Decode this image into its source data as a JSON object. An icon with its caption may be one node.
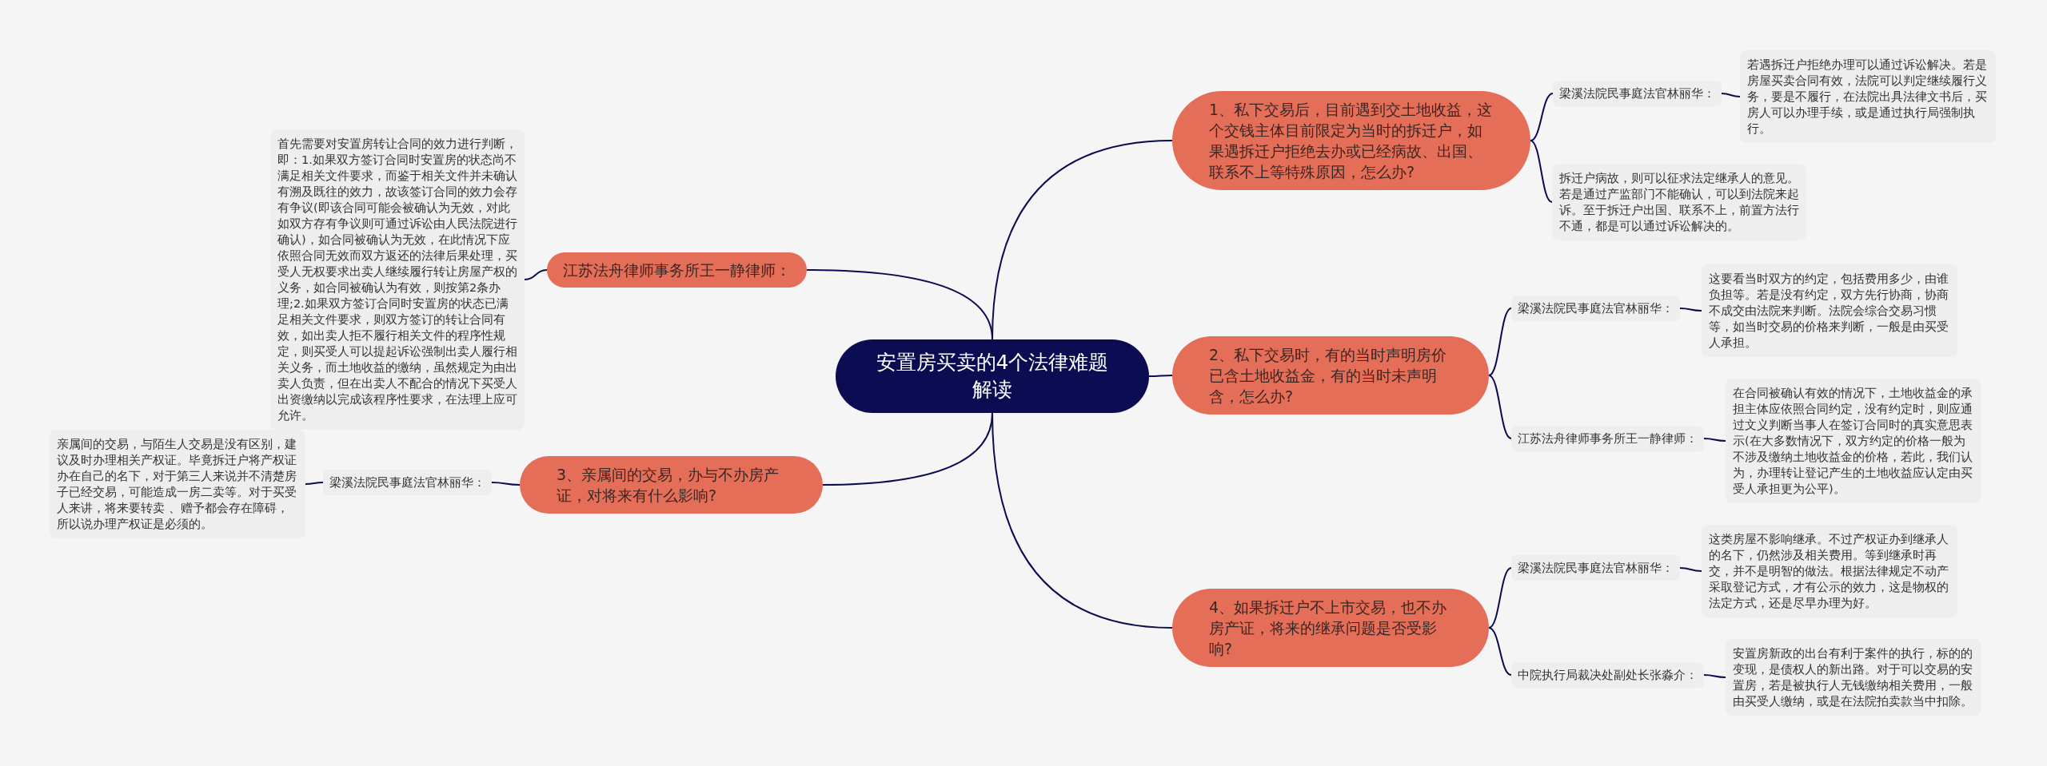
{
  "diagram": {
    "nodes": [
      {
        "text": [
          "安置房买卖的4个法律难题解读"
        ]
      },
      {
        "text": [
          "1、私下交易后，目前遇到交土地收益，这个交钱主体目前限定为当时的拆迁户，如果遇拆迁户拒绝去办或已经病故、出国、联系不上等特殊原因，怎么办?"
        ]
      },
      {
        "text": [
          "梁溪法院民事庭法官林丽华："
        ]
      },
      {
        "text": [
          "若遇拆迁户拒绝办理可以通过诉讼解决。若是房屋买卖合同有效，法院可以判定继续履行义务，要是不履行，在法院出具法律文书后，买房人可以办理手续，或是通过执行局强制执行。"
        ]
      },
      {
        "text": [
          "拆迁户病故，则可以征求法定继承人的意见。若是通过产监部门不能确认，可以到法院来起诉。至于拆迁户出国、联系不上，前置方法行不通，都是可以通过诉讼解决的。"
        ]
      },
      {
        "text": [
          "2、私下交易时，有的当时声明房价已含土地收益金，有的当时未声明含，怎么办?"
        ]
      },
      {
        "text": [
          "梁溪法院民事庭法官林丽华："
        ]
      },
      {
        "text": [
          "这要看当时双方的约定，包括费用多少，由谁负担等。若是没有约定，双方先行协商，协商不成交由法院来判断。法院会综合交易习惯等，如当时交易的价格来判断，一般是由买受人承担。"
        ]
      },
      {
        "text": [
          "江苏法舟律师事务所王一静律师："
        ]
      },
      {
        "text": [
          "在合同被确认有效的情况下，土地收益金的承担主体应依照合同约定，没有约定时，则应通过文义判断当事人在签订合同时的真实意思表示(在大多数情况下，双方约定的价格一般为不涉及缴纳土地收益金的价格，若此，我们认为，办理转让登记产生的土地收益应认定由买受人承担更为公平)。"
        ]
      },
      {
        "text": [
          "4、如果拆迁户不上市交易，也不办房产证，将来的继承问题是否受影响?"
        ]
      },
      {
        "text": [
          "梁溪法院民事庭法官林丽华："
        ]
      },
      {
        "text": [
          "这类房屋不影响继承。不过产权证办到继承人的名下，仍然涉及相关费用。等到继承时再交，并不是明智的做法。根据法律规定不动产采取登记方式，才有公示的效力，这是物权的法定方式，还是尽早办理为好。"
        ]
      },
      {
        "text": [
          "中院执行局裁决处副处长张淼介："
        ]
      },
      {
        "text": [
          "安置房新政的出台有利于案件的执行，标的的变现，是债权人的新出路。对于可以交易的安置房，若是被执行人无钱缴纳相关费用，一般由买受人缴纳，或是在法院拍卖款当中扣除。"
        ]
      },
      {
        "text": [
          "江苏法舟律师事务所王一静律师："
        ]
      },
      {
        "text": [
          "首先需要对安置房转让合同的效力进行判断，即：1.如果双方签订合同时安置房的状态尚不满足相关文件要求，而鉴于相关文件并未确认有溯及既往的效力，故该签订合同的效力会存有争议(即该合同可能会被确认为无效，对此如双方存有争议则可通过诉讼由人民法院进行确认)，如合同被确认为无效，在此情况下应依照合同无效而双方返还的法律后果处理，买受人无权要求出卖人继续履行转让房屋产权的义务，如合同被确认为有效，则按第2条办理;2.如果双方签订合同时安置房的状态已满足相关文件要求，则双方签订的转让合同有效，如出卖人拒不履行相关文件的程序性规定，则买受人可以提起诉讼强制出卖人履行相关义务，而土地收益的缴纳，虽然规定为由出卖人负责，但在出卖人不配合的情况下买受人出资缴纳以完成该程序性要求，在法理上应可允许。"
        ]
      },
      {
        "text": [
          "3、亲属间的交易，办与不办房产证，对将来有什么影响?"
        ]
      },
      {
        "text": [
          "梁溪法院民事庭法官林丽华："
        ]
      },
      {
        "text": [
          "亲属间的交易，与陌生人交易是没有区别，建议及时办理相关产权证。毕竟拆迁户将产权证办在自己的名下，对于第三人来说并不清楚房子已经交易，可能造成一房二卖等。对于买受人来讲，将来要转卖 、赠予都会存在障碍，所以说办理产权证是必须的。"
        ]
      }
    ],
    "edges": [
      {
        "from": 0,
        "to": 1,
        "arrow": "none"
      },
      {
        "from": 1,
        "to": 2,
        "arrow": "none"
      },
      {
        "from": 2,
        "to": 3,
        "arrow": "none"
      },
      {
        "from": 1,
        "to": 4,
        "arrow": "none"
      },
      {
        "from": 0,
        "to": 5,
        "arrow": "none"
      },
      {
        "from": 5,
        "to": 6,
        "arrow": "none"
      },
      {
        "from": 6,
        "to": 7,
        "arrow": "none"
      },
      {
        "from": 5,
        "to": 8,
        "arrow": "none"
      },
      {
        "from": 8,
        "to": 9,
        "arrow": "none"
      },
      {
        "from": 0,
        "to": 10,
        "arrow": "none"
      },
      {
        "from": 10,
        "to": 11,
        "arrow": "none"
      },
      {
        "from": 11,
        "to": 12,
        "arrow": "none"
      },
      {
        "from": 10,
        "to": 13,
        "arrow": "none"
      },
      {
        "from": 13,
        "to": 14,
        "arrow": "none"
      },
      {
        "from": 0,
        "to": 15,
        "arrow": "none"
      },
      {
        "from": 15,
        "to": 16,
        "arrow": "none"
      },
      {
        "from": 0,
        "to": 17,
        "arrow": "none"
      },
      {
        "from": 17,
        "to": 18,
        "arrow": "none"
      },
      {
        "from": 18,
        "to": 19,
        "arrow": "none"
      }
    ]
  }
}
